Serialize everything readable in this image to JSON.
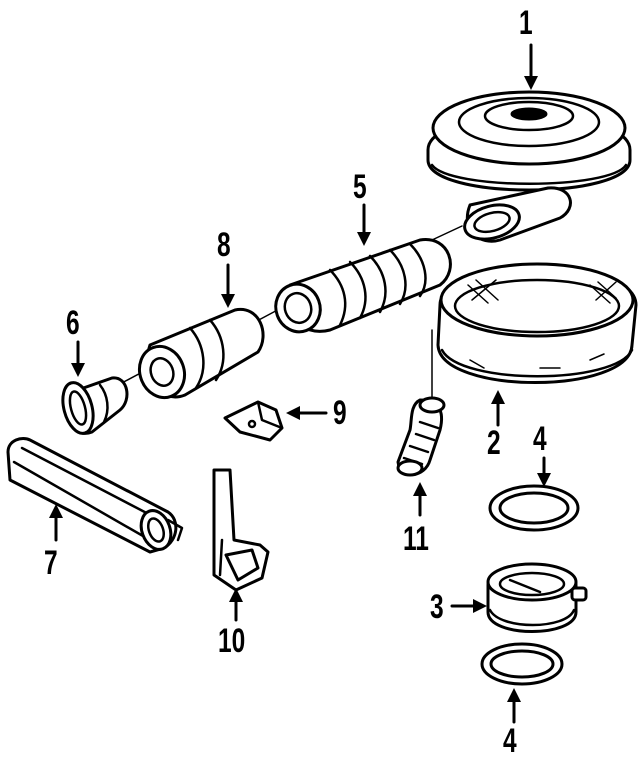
{
  "diagram": {
    "background_color": "#ffffff",
    "line_color": "#000000",
    "callouts": [
      {
        "id": "c1",
        "label": "1",
        "part": "air-cleaner-lid"
      },
      {
        "id": "c2",
        "label": "2",
        "part": "air-filter-element"
      },
      {
        "id": "c3",
        "label": "3",
        "part": "adapter"
      },
      {
        "id": "c4a",
        "label": "4",
        "part": "gasket-upper"
      },
      {
        "id": "c4b",
        "label": "4",
        "part": "gasket-lower"
      },
      {
        "id": "c5",
        "label": "5",
        "part": "intake-duct-bellows"
      },
      {
        "id": "c6",
        "label": "6",
        "part": "inlet-boot"
      },
      {
        "id": "c7",
        "label": "7",
        "part": "intake-tube"
      },
      {
        "id": "c8",
        "label": "8",
        "part": "resonator"
      },
      {
        "id": "c9",
        "label": "9",
        "part": "clip"
      },
      {
        "id": "c10",
        "label": "10",
        "part": "bracket"
      },
      {
        "id": "c11",
        "label": "11",
        "part": "hose"
      }
    ]
  }
}
